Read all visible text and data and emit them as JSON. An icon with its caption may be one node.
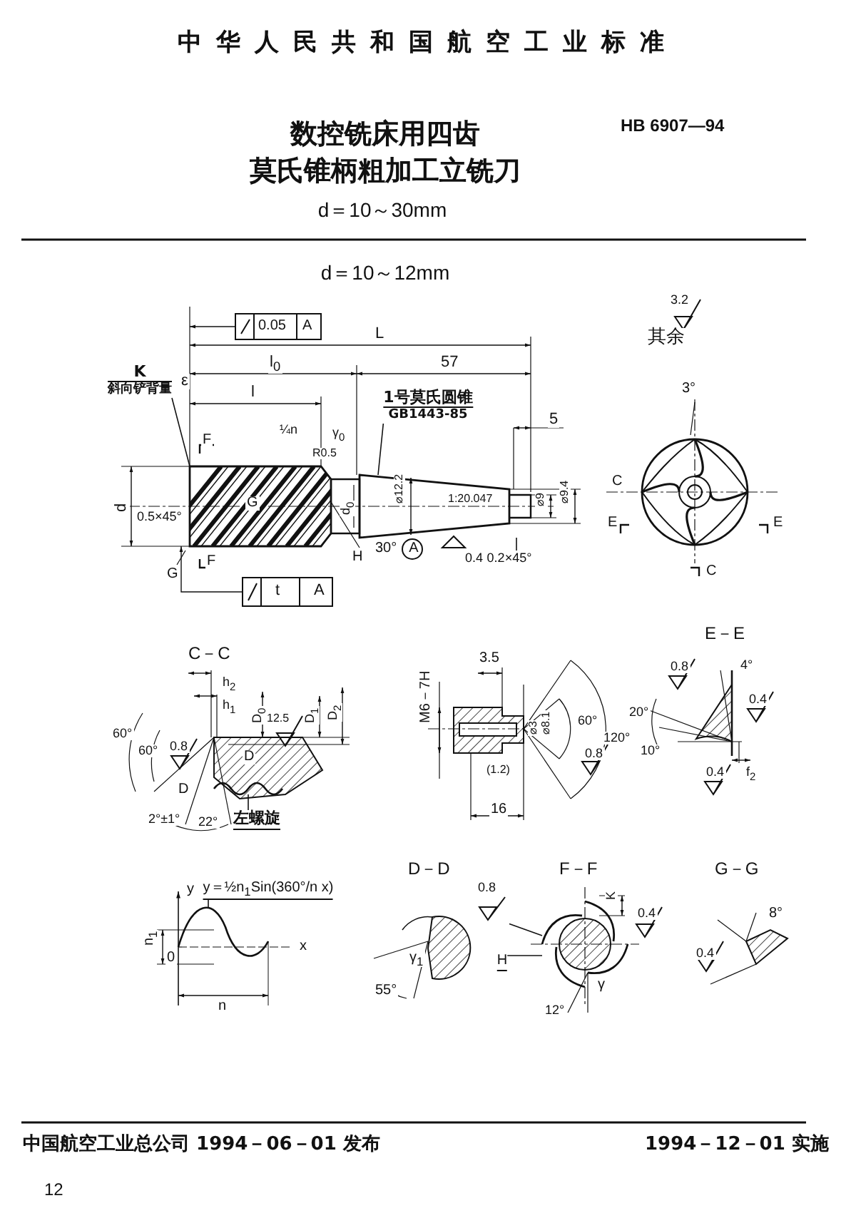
{
  "diagram": {
    "title": "数控铣床用四齿莫氏锥柄粗加工立铣刀",
    "nodes": [
      {
        "text": [
          "K",
          "斜向铲背量"
        ]
      },
      {
        "text": [
          "1号莫氏圆锥",
          "GB1443-85"
        ]
      },
      {
        "text": [
          "左螺旋"
        ]
      },
      {
        "text": [
          "y＝½n$_{1}$Sin(360°/n x)"
        ]
      },
      {
        "text": [],
        "shape": "picture"
      },
      {
        "text": [],
        "shape": "picture"
      },
      {
        "text": [],
        "shape": "picture"
      },
      {
        "text": [],
        "shape": "picture"
      },
      {
        "text": [
          "0.8"
        ]
      },
      {
        "text": [
          "H"
        ]
      },
      {
        "text": [],
        "shape": "picture"
      },
      {
        "text": [
          "0.2×45°"
        ]
      }
    ],
    "edges": [
      {
        "from": 0,
        "to": 4,
        "arrow": "none"
      },
      {
        "from": 1,
        "to": 5,
        "arrow": "none"
      },
      {
        "from": 2,
        "to": 6,
        "arrow": "none"
      },
      {
        "from": 3,
        "to": 7,
        "arrow": "none"
      },
      {
        "from": 8,
        "to": 10,
        "arrow": "none"
      },
      {
        "from": 9,
        "to": 10,
        "arrow": "none"
      },
      {
        "from": 11,
        "to": 5,
        "arrow": "none"
      }
    ],
    "labels": [
      "中华人民共和国航空工业标准",
      "HB 6907—94",
      "d＝10～30mm",
      "d＝10～12mm",
      "0.05",
      "A",
      "L",
      "l$_{0}$",
      "57",
      "l",
      "ε",
      "¼n",
      "γ$_{0}$",
      "R0.5",
      "F",
      "d",
      "0.5×45°",
      "G",
      "d$_{0}$",
      "⌀12.2",
      "1:20.047",
      "⌀9",
      "⌀9.4",
      "5",
      "H",
      "30°",
      "A",
      "0.4",
      "G",
      "F",
      "t",
      "A",
      "其余",
      "3.2",
      "3°",
      "C",
      "E",
      "E",
      "C",
      "C－C",
      "h$_{2}$",
      "h$_{1}$",
      "D$_{0}$",
      "12.5",
      "D$_{1}$",
      "D$_{2}$",
      "60°",
      "60°",
      "0.8",
      "D",
      "D",
      "2°±1°",
      "22°",
      "M6－7H",
      "3.5",
      "⌀3",
      "⌀8.1",
      "60°",
      "120°",
      "0.8",
      "(1.2)",
      "16",
      "E－E",
      "0.8",
      "4°",
      "0.4",
      "20°",
      "10°",
      "f$_{2}$",
      "0.4",
      "y",
      "n$_{1}$",
      "0",
      "x",
      "n",
      "D－D",
      "γ$_{1}$",
      "55°",
      "F－F",
      "K",
      "0.4",
      "γ",
      "12°",
      "G－G",
      "8°",
      "0.4",
      "中国航空工业总公司 1994－06－01 发布",
      "1994－12－01 实施",
      "12"
    ]
  }
}
